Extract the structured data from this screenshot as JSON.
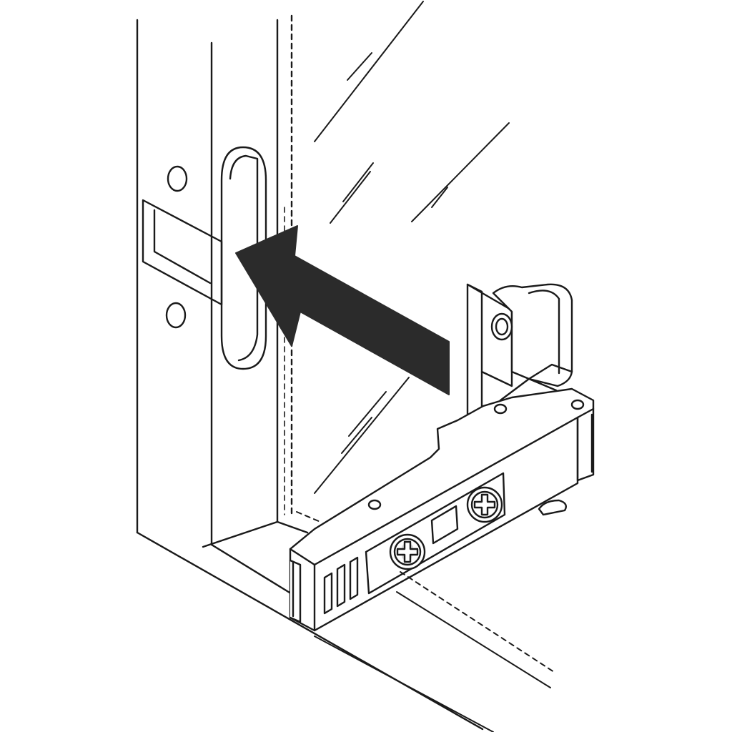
{
  "figure": {
    "subject": "hinge-insertion-diagram",
    "style": "black-line-art",
    "colors": {
      "background": "#ffffff",
      "line": "#1a1a1a",
      "arrow_fill": "#2b2b2b"
    }
  },
  "parts": {
    "cabinet_side": "cabinet-frame",
    "hinge_cup": "hinge-cup",
    "hinge_arm": "hinge-arm",
    "adjustment_screws": [
      "adjustment-screw-1",
      "adjustment-screw-2"
    ],
    "glass_door": "glass-door",
    "direction_arrow": "insert-arrow"
  }
}
